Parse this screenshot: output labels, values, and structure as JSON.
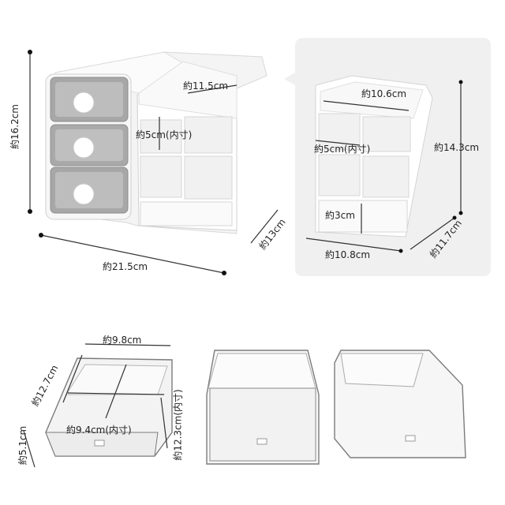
{
  "dimensions": {
    "overall_height": "約16.2cm",
    "overall_width": "約21.5cm",
    "overall_depth": "約13cm",
    "organizer_top_width": "約11.5cm",
    "organizer_cell_inner": "約5cm(内寸)",
    "detail_top_width": "約10.6cm",
    "detail_cell_inner": "約5cm(内寸)",
    "detail_height": "約14.3cm",
    "detail_bottom_gap": "約3cm",
    "detail_width": "約10.8cm",
    "detail_depth": "約11.7cm",
    "drawer_width": "約9.8cm",
    "drawer_length": "約12.7cm",
    "drawer_inner_width": "約9.4cm(内寸)",
    "drawer_inner_length": "約12.3cm(内寸)",
    "drawer_height": "約5.1cm"
  }
}
